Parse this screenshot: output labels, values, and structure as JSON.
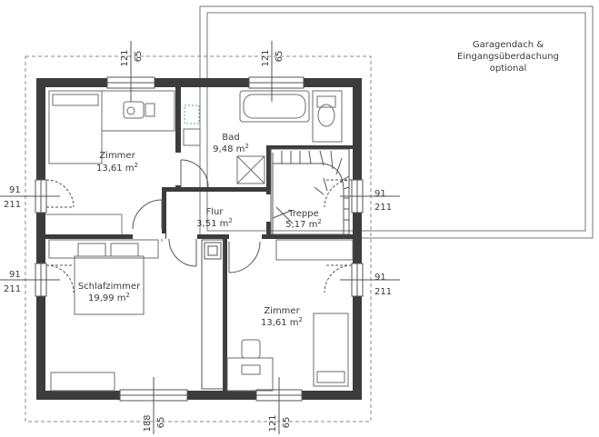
{
  "rooms": {
    "zimmer_top": {
      "name": "Zimmer",
      "area": "13,61 m",
      "unit_sup": "2"
    },
    "bad": {
      "name": "Bad",
      "area": "9,48 m",
      "unit_sup": "2"
    },
    "flur": {
      "name": "Flur",
      "area": "3,51 m",
      "unit_sup": "2"
    },
    "treppe": {
      "name": "Treppe",
      "area": "5,17 m",
      "unit_sup": "2"
    },
    "schlafzimmer": {
      "name": "Schlafzimmer",
      "area": "19,99 m",
      "unit_sup": "2"
    },
    "zimmer_bottom": {
      "name": "Zimmer",
      "area": "13,61 m",
      "unit_sup": "2"
    }
  },
  "garage_note": {
    "line1": "Garagendach &",
    "line2": "Eingangsüberdachung",
    "line3": "optional"
  },
  "window_dims": {
    "top_left": {
      "width": "121",
      "height": "65"
    },
    "top_right": {
      "width": "121",
      "height": "65"
    },
    "bottom_left": {
      "width": "188",
      "height": "65"
    },
    "bottom_right": {
      "width": "121",
      "height": "65"
    },
    "left_upper": {
      "width": "91",
      "height": "211"
    },
    "left_lower": {
      "width": "91",
      "height": "211"
    },
    "right_upper": {
      "width": "91",
      "height": "211"
    },
    "right_lower": {
      "width": "91",
      "height": "211"
    }
  },
  "colors": {
    "wall": "#3c3c3c",
    "line": "#555555",
    "dashed": "#888888",
    "fixture": "#6d6d6d",
    "teal_accent": "#5aa0a0"
  }
}
